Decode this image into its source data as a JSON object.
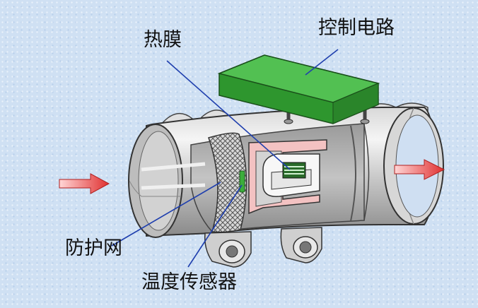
{
  "labels": {
    "hot_film": "热膜",
    "control_circuit": "控制电路",
    "screen": "防护网",
    "temp_sensor": "温度传感器"
  },
  "colors": {
    "pipe_light": "#e6e6e6",
    "pipe_dark": "#8e8e8e",
    "circuit_green": "#3cae3c",
    "arrow_red": "#e03030",
    "frame_pink": "#f3c2c2",
    "leader_blue": "#1f3fae"
  }
}
